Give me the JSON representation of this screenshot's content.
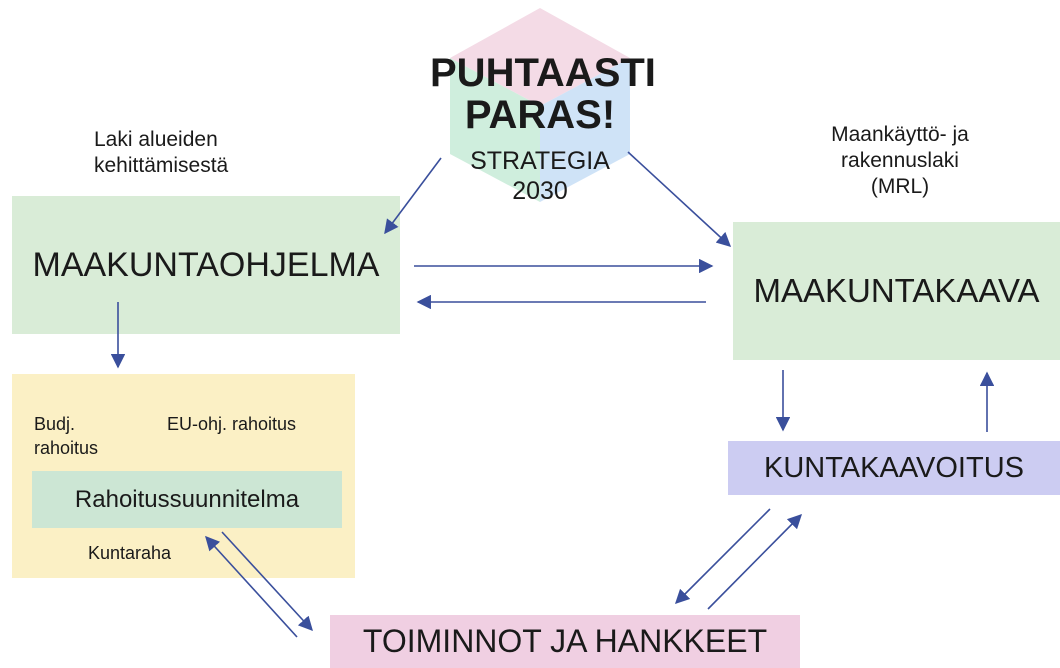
{
  "colors": {
    "green_box": "#d9ecd7",
    "yellow_box": "#fbf0c5",
    "green_inner": "#cce6d4",
    "purple_box": "#ccccf2",
    "pink_box": "#f0cfe2",
    "arrow": "#3a4f9c",
    "logo_pink": "#f4dbe6",
    "logo_green": "#cfeedd",
    "logo_blue": "#cfe3f7"
  },
  "logo": {
    "title_line1": "PUHTAASTI",
    "title_line2": "PARAS!",
    "subtitle_line1": "STRATEGIA",
    "subtitle_line2": "2030"
  },
  "labels": {
    "law_left_line1": "Laki alueiden",
    "law_left_line2": "kehittämisestä",
    "law_right_line1": "Maankäyttö- ja",
    "law_right_line2": "rakennuslaki",
    "law_right_line3": "(MRL)"
  },
  "nodes": {
    "maakuntaohjelma": "MAAKUNTAOHJELMA",
    "maakuntakaava": "MAAKUNTAKAAVA",
    "kuntakaavoitus": "KUNTAKAAVOITUS",
    "toiminnot": "TOIMINNOT JA HANKKEET"
  },
  "funding": {
    "budj_line1": "Budj.",
    "budj_line2": "rahoitus",
    "eu": "EU-ohj. rahoitus",
    "plan": "Rahoitussuunnitelma",
    "kuntaraha": "Kuntaraha"
  }
}
